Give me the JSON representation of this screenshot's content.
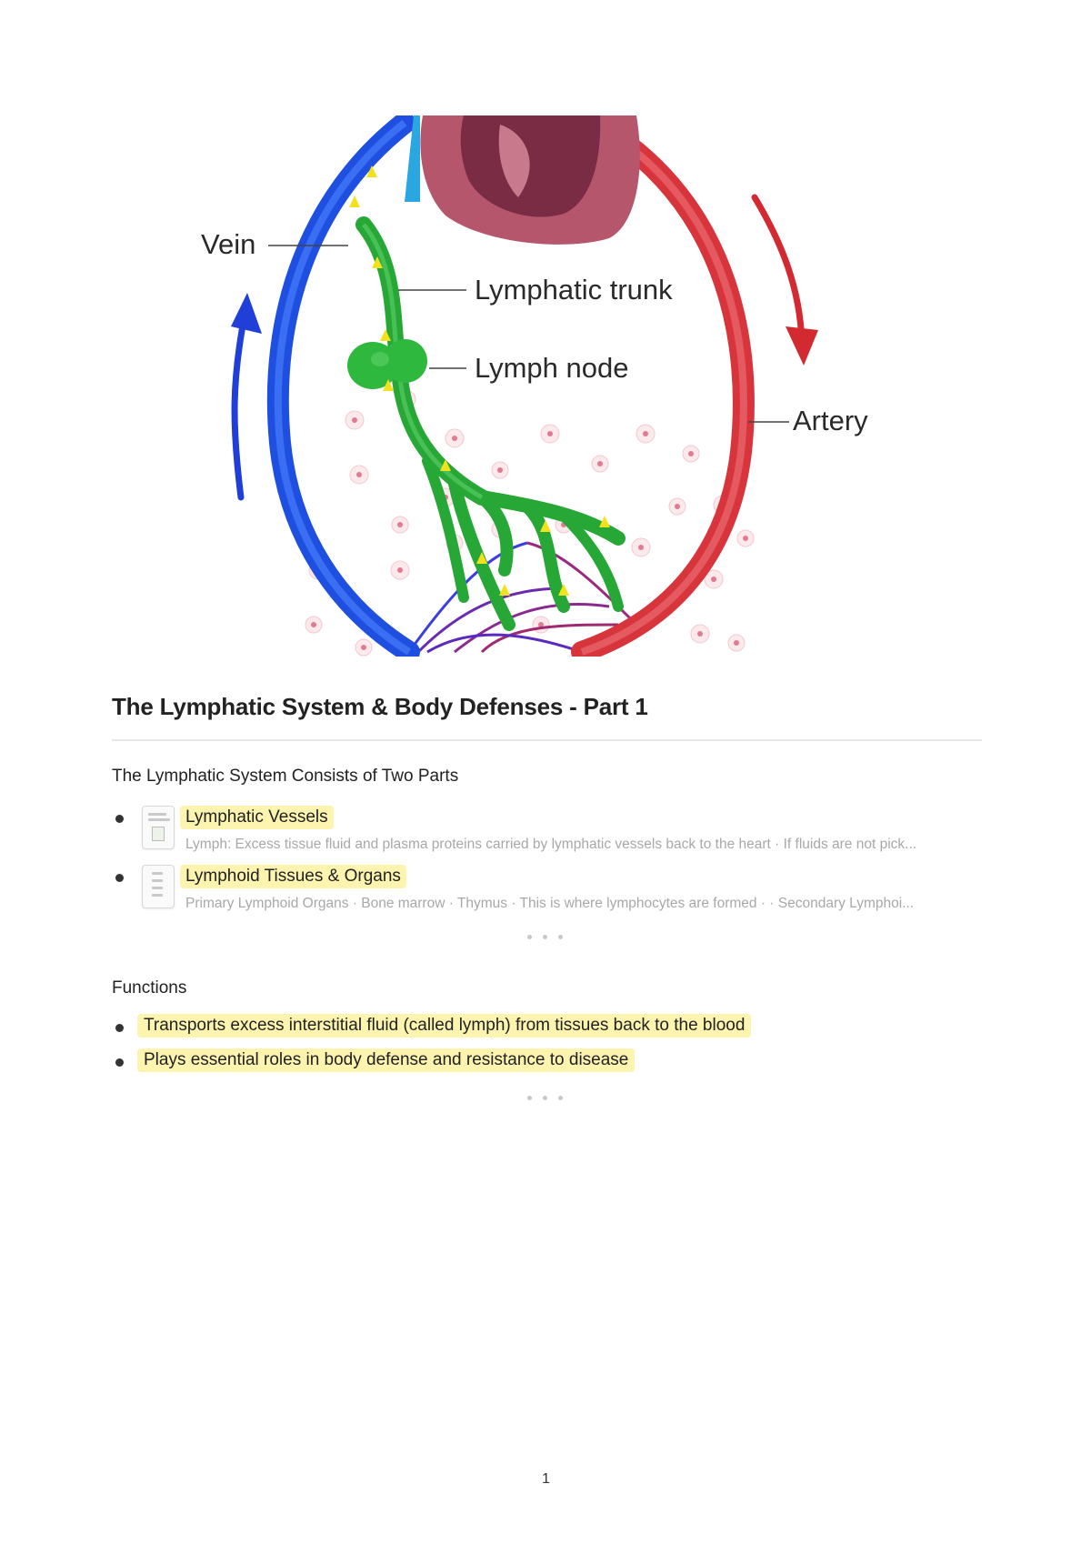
{
  "figure": {
    "labels": {
      "vein": "Vein",
      "lymphatic_trunk": "Lymphatic trunk",
      "lymph_node": "Lymph node",
      "artery": "Artery"
    },
    "colors": {
      "vein": "#1f4fe0",
      "artery": "#d8343c",
      "lymph": "#27a836",
      "heart": "#b5566c",
      "flow_arrow": "#f2e21e"
    }
  },
  "document": {
    "title": "The Lymphatic System & Body Defenses - Part 1",
    "sections": [
      {
        "heading": "The Lymphatic System Consists of Two Parts",
        "pages": [
          {
            "title": "Lymphatic Vessels",
            "preview": "Lymph: Excess tissue fluid and plasma proteins carried by lymphatic vessels back to the heart · If fluids are not pick..."
          },
          {
            "title": "Lymphoid Tissues & Organs",
            "preview": "Primary Lymphoid Organs · Bone marrow · Thymus · This is where lymphocytes are formed · · Secondary Lymphoi..."
          }
        ]
      },
      {
        "heading": "Functions",
        "items": [
          "Transports excess interstitial fluid (called lymph) from tissues back to the blood",
          "Plays essential roles in body defense and resistance to disease"
        ]
      }
    ]
  },
  "footer": {
    "page_number": "1"
  }
}
